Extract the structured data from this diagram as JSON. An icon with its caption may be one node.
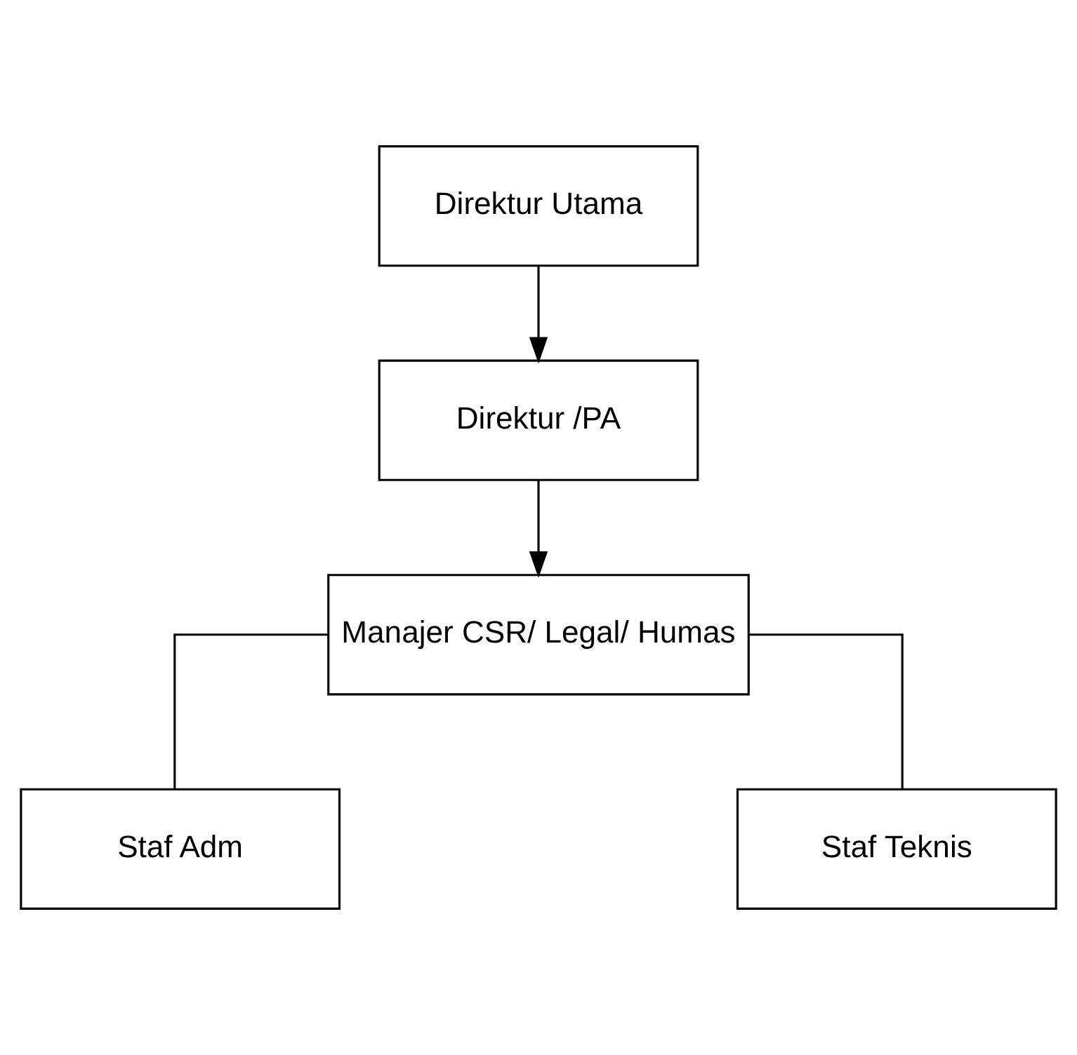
{
  "diagram": {
    "nodes": [
      {
        "text": [
          "Direktur Utama"
        ]
      },
      {
        "text": [
          "Direktur /PA"
        ]
      },
      {
        "text": [
          "Manajer CSR/ Legal/ Humas"
        ]
      },
      {
        "text": [
          "Staf Adm"
        ]
      },
      {
        "text": [
          "Staf Teknis"
        ]
      }
    ],
    "edges": [
      {
        "from": 0,
        "to": 1,
        "arrow": "to"
      },
      {
        "from": 1,
        "to": 2,
        "arrow": "to"
      },
      {
        "from": 2,
        "to": 3,
        "arrow": "none"
      },
      {
        "from": 2,
        "to": 4,
        "arrow": "none"
      }
    ]
  }
}
